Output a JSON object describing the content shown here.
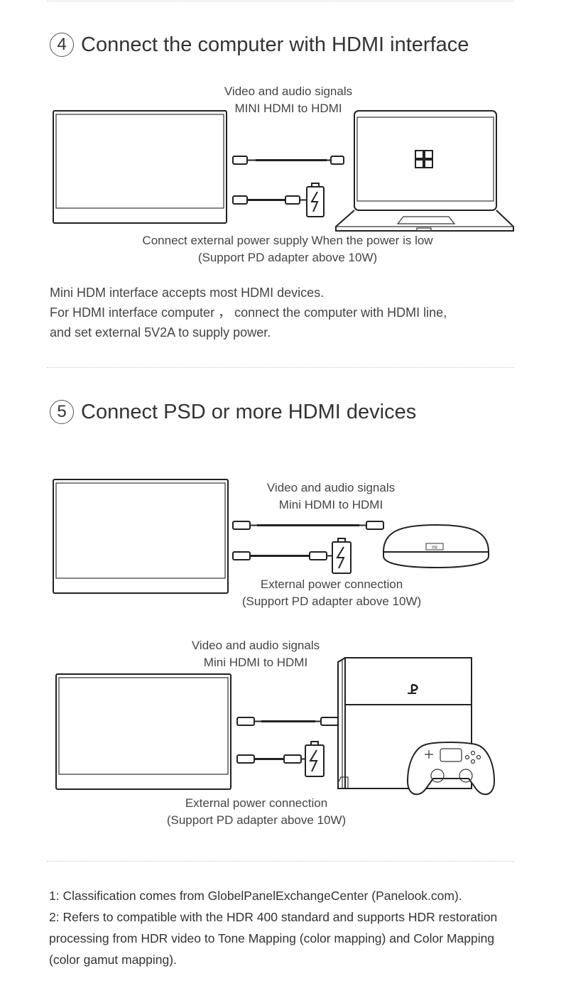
{
  "section4": {
    "number": "4",
    "title": "Connect the computer with HDMI interface",
    "signal_line1": "Video and audio signals",
    "signal_line2": "MINI HDMI to HDMI",
    "power_line1": "Connect external power supply When the power is low",
    "power_line2": "(Support PD adapter above 10W)",
    "desc": [
      "Mini HDM interface accepts most HDMI devices.",
      "For HDMI interface computer ， connect the computer with HDMI line,",
      "and set external 5V2A to supply power."
    ]
  },
  "section5": {
    "number": "5",
    "title": "Connect PSD or more HDMI devices",
    "box": {
      "signal_line1": "Video and audio signals",
      "signal_line2": "Mini HDMI to HDMI",
      "power_line1": "External power connection",
      "power_line2": "(Support PD adapter above 10W)",
      "device_badge": "mi"
    },
    "console": {
      "signal_line1": "Video and audio signals",
      "signal_line2": "Mini HDMI to HDMI",
      "power_line1": "External power connection",
      "power_line2": "(Support PD adapter above 10W)"
    }
  },
  "notes": [
    "1: Classification comes from GlobelPanelExchangeCenter (Panelook.com).",
    "2: Refers to compatible with the HDR 400 standard and supports HDR restoration processing from HDR video to Tone Mapping (color mapping) and Color Mapping (color gamut mapping)."
  ]
}
